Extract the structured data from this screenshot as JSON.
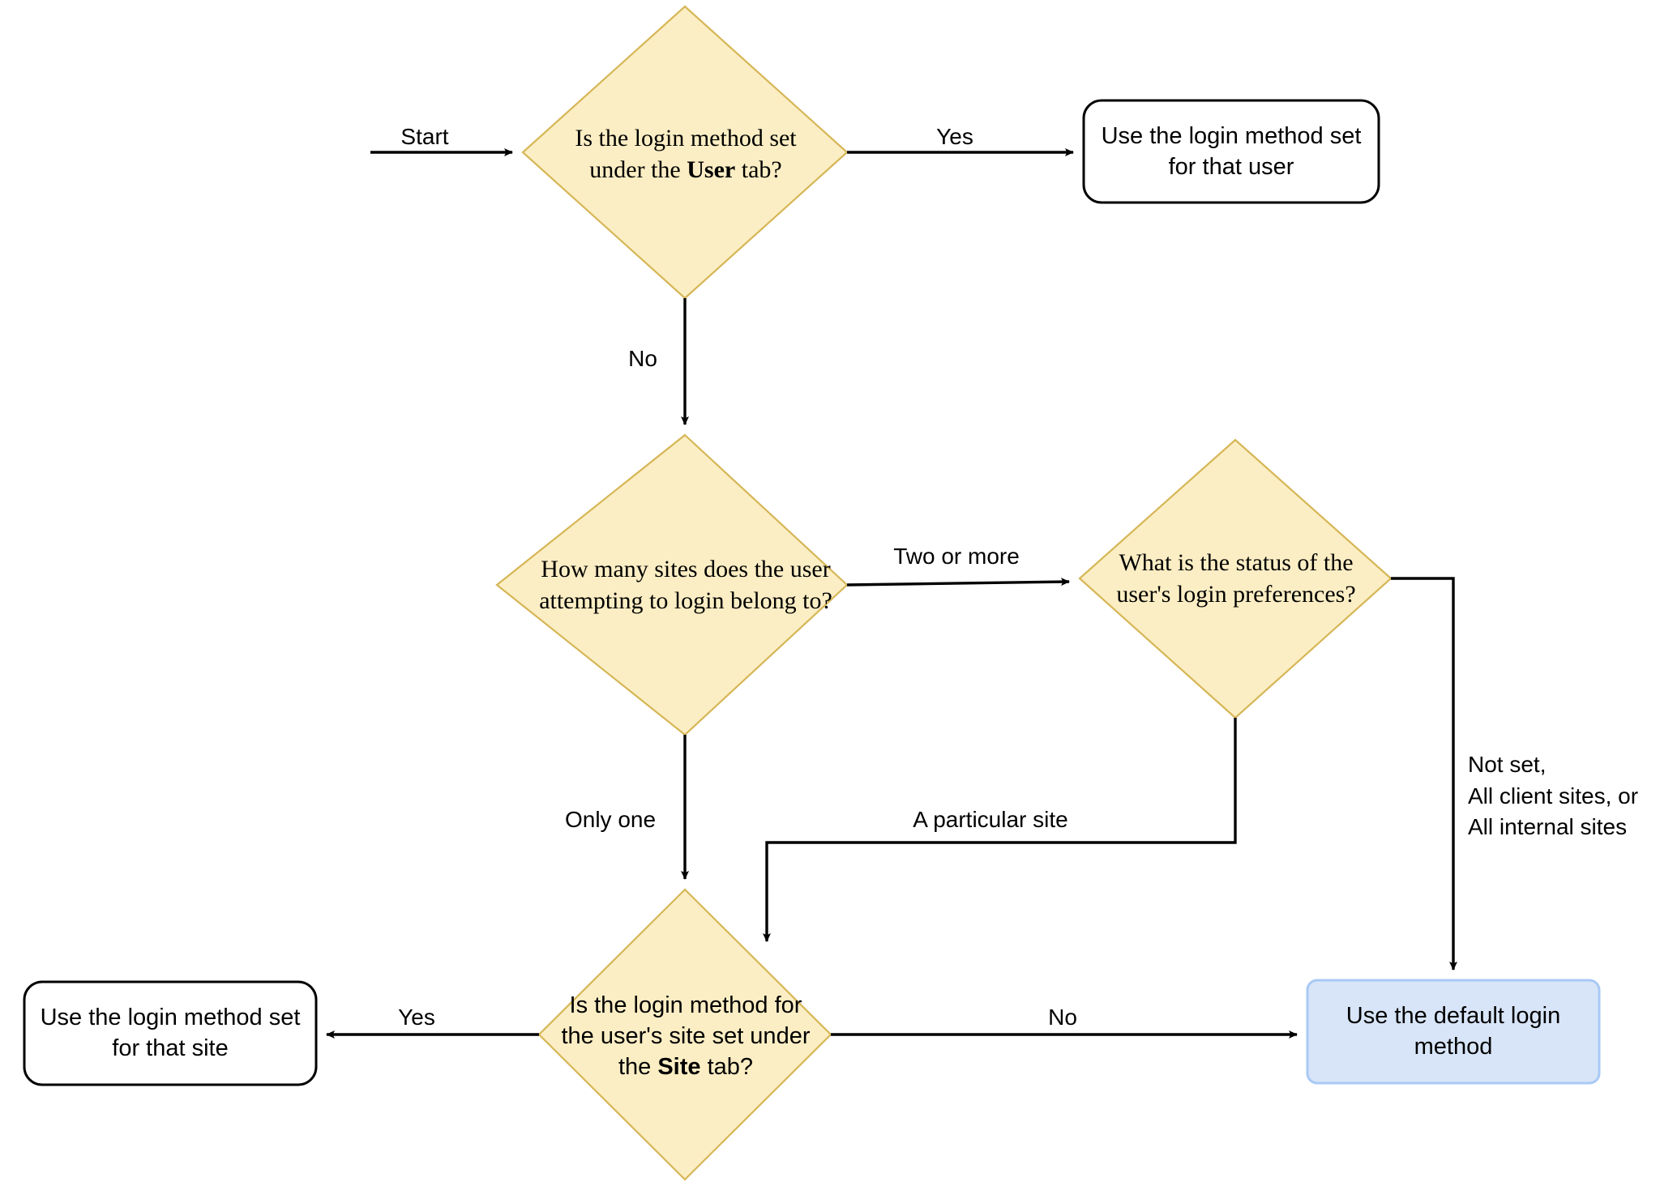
{
  "diagram": {
    "title": "Login method resolution flowchart",
    "colors": {
      "decision_fill": "#fceec4",
      "decision_stroke": "#d6b656",
      "terminal_fill": "#ffffff",
      "terminal_stroke": "#000000",
      "default_fill": "#d8e5f8",
      "default_stroke": "#a9c9f5",
      "edge_stroke": "#000000",
      "text": "#000000"
    },
    "nodes": [
      {
        "id": "d1",
        "type": "decision",
        "name": "decision-user-tab",
        "lines": [
          "Is the login method set",
          "under the <b>User</b> tab?"
        ],
        "text": "Is the login method set under the User tab?",
        "font": "serif"
      },
      {
        "id": "t1",
        "type": "terminal",
        "name": "outcome-user-method",
        "lines": [
          "Use the login method set",
          "for that user"
        ],
        "text": "Use the login method set for that user",
        "font": "sans"
      },
      {
        "id": "d2",
        "type": "decision",
        "name": "decision-site-count",
        "lines": [
          "How many sites does the user",
          "attempting to login belong to?"
        ],
        "text": "How many sites does the user attempting to login belong to?",
        "font": "serif"
      },
      {
        "id": "d3",
        "type": "decision",
        "name": "decision-login-preferences",
        "lines": [
          "What is the status of the",
          "user's login preferences?"
        ],
        "text": "What is the status of the user's login preferences?",
        "font": "serif"
      },
      {
        "id": "d4",
        "type": "decision",
        "name": "decision-site-tab",
        "lines": [
          "Is the login method for",
          "the user's site set under",
          "the <b>Site</b> tab?"
        ],
        "text": "Is the login method for the user's site set under the Site tab?",
        "font": "sans"
      },
      {
        "id": "t2",
        "type": "terminal",
        "name": "outcome-site-method",
        "lines": [
          "Use the login method set",
          "for that site"
        ],
        "text": "Use the login method set for that site",
        "font": "sans"
      },
      {
        "id": "t3",
        "type": "default",
        "name": "outcome-default-method",
        "lines": [
          "Use the default login",
          "method"
        ],
        "text": "Use the default login method",
        "font": "sans"
      }
    ],
    "edge_labels": {
      "start": "Start",
      "d1_yes": "Yes",
      "d1_no": "No",
      "d2_two_or_more": "Two or more",
      "d2_only_one": "Only one",
      "d3_particular_site": "A particular site",
      "d3_not_set": "Not set,\nAll client sites, or\nAll internal sites",
      "d4_yes": "Yes",
      "d4_no": "No"
    }
  }
}
